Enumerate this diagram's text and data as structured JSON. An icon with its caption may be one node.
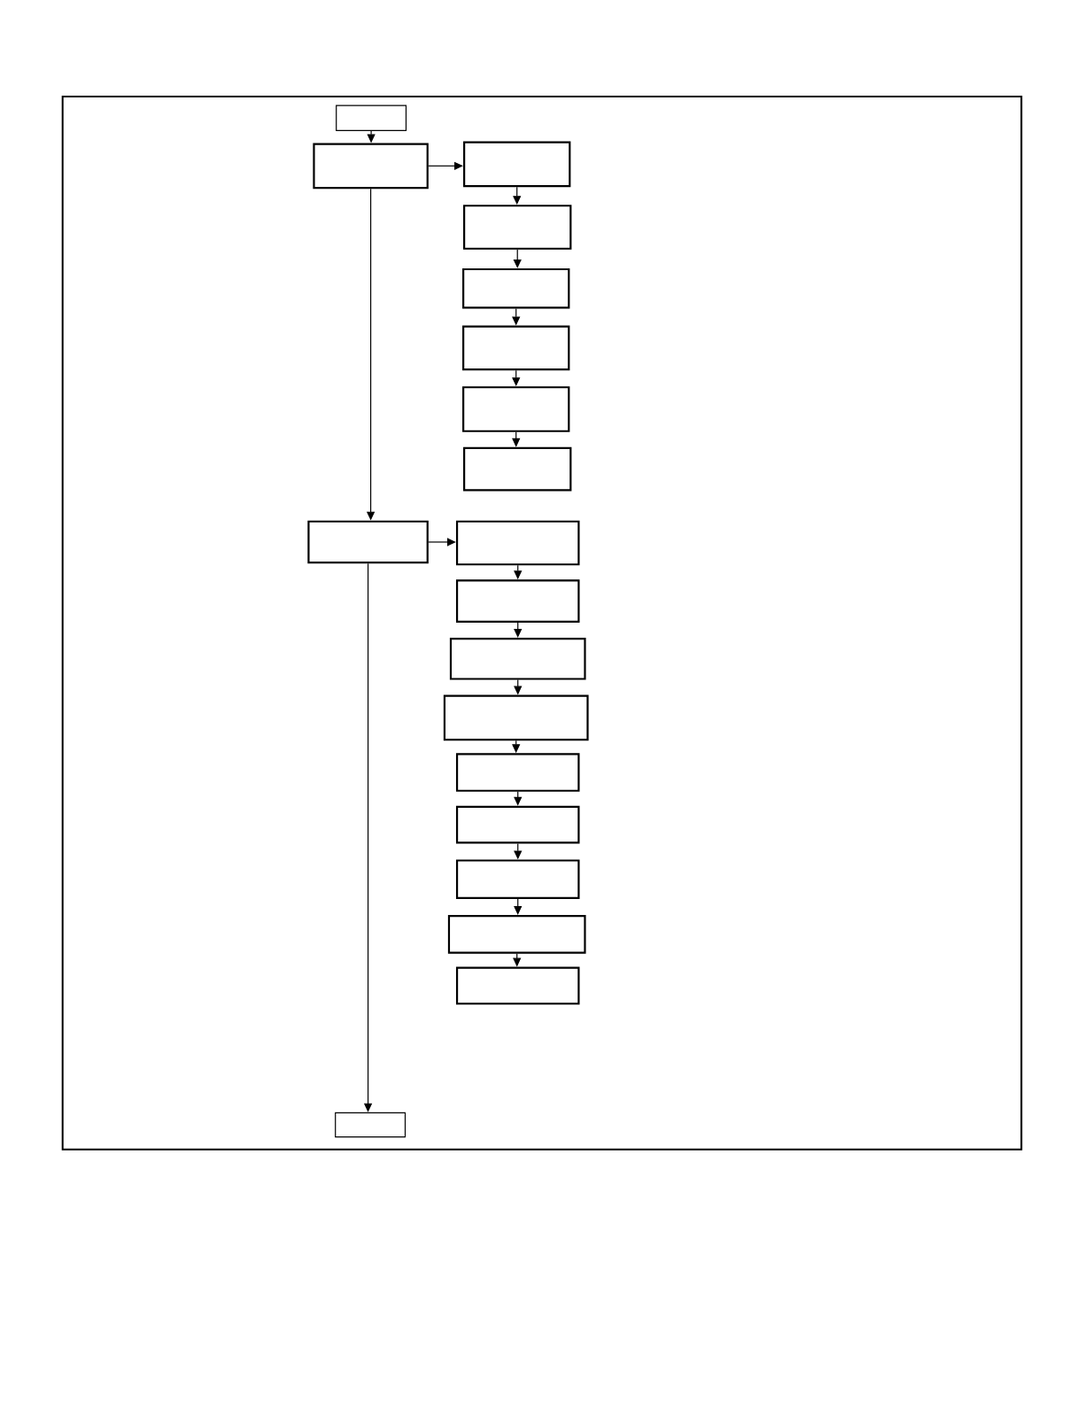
{
  "diagram": {
    "nodes": [
      {
        "text": [],
        "shape": "box"
      },
      {
        "text": [],
        "shape": "box",
        "in": 0
      },
      {
        "text": [],
        "shape": "box",
        "in": 0
      },
      {
        "text": [],
        "shape": "box",
        "in": 0
      },
      {
        "text": [],
        "shape": "box",
        "in": 0
      },
      {
        "text": [],
        "shape": "box",
        "in": 0
      },
      {
        "text": [],
        "shape": "box",
        "in": 0
      },
      {
        "text": [],
        "shape": "box",
        "in": 0
      },
      {
        "text": [],
        "shape": "box",
        "in": 0
      },
      {
        "text": [],
        "shape": "box",
        "in": 0
      },
      {
        "text": [],
        "shape": "box",
        "in": 0
      },
      {
        "text": [],
        "shape": "box",
        "in": 0
      },
      {
        "text": [],
        "shape": "box",
        "in": 0
      },
      {
        "text": [],
        "shape": "box",
        "in": 0
      },
      {
        "text": [],
        "shape": "box",
        "in": 0
      },
      {
        "text": [],
        "shape": "box",
        "in": 0
      },
      {
        "text": [],
        "shape": "box",
        "in": 0
      },
      {
        "text": [],
        "shape": "box",
        "in": 0
      },
      {
        "text": [],
        "shape": "box",
        "in": 0
      },
      {
        "text": [],
        "shape": "box",
        "in": 0
      }
    ],
    "edges": [
      {
        "from": 1,
        "to": 2,
        "arrow": "to"
      },
      {
        "from": 2,
        "to": 3,
        "arrow": "to"
      },
      {
        "from": 3,
        "to": 4,
        "arrow": "to"
      },
      {
        "from": 4,
        "to": 5,
        "arrow": "to"
      },
      {
        "from": 5,
        "to": 6,
        "arrow": "to"
      },
      {
        "from": 6,
        "to": 7,
        "arrow": "to"
      },
      {
        "from": 7,
        "to": 8,
        "arrow": "to"
      },
      {
        "from": 2,
        "to": 9,
        "arrow": "to"
      },
      {
        "from": 9,
        "to": 10,
        "arrow": "to"
      },
      {
        "from": 10,
        "to": 11,
        "arrow": "to"
      },
      {
        "from": 11,
        "to": 12,
        "arrow": "to"
      },
      {
        "from": 12,
        "to": 13,
        "arrow": "to"
      },
      {
        "from": 13,
        "to": 14,
        "arrow": "to"
      },
      {
        "from": 14,
        "to": 15,
        "arrow": "to"
      },
      {
        "from": 15,
        "to": 16,
        "arrow": "to"
      },
      {
        "from": 16,
        "to": 17,
        "arrow": "to"
      },
      {
        "from": 17,
        "to": 18,
        "arrow": "to"
      },
      {
        "from": 9,
        "to": 19,
        "arrow": "to"
      }
    ]
  }
}
